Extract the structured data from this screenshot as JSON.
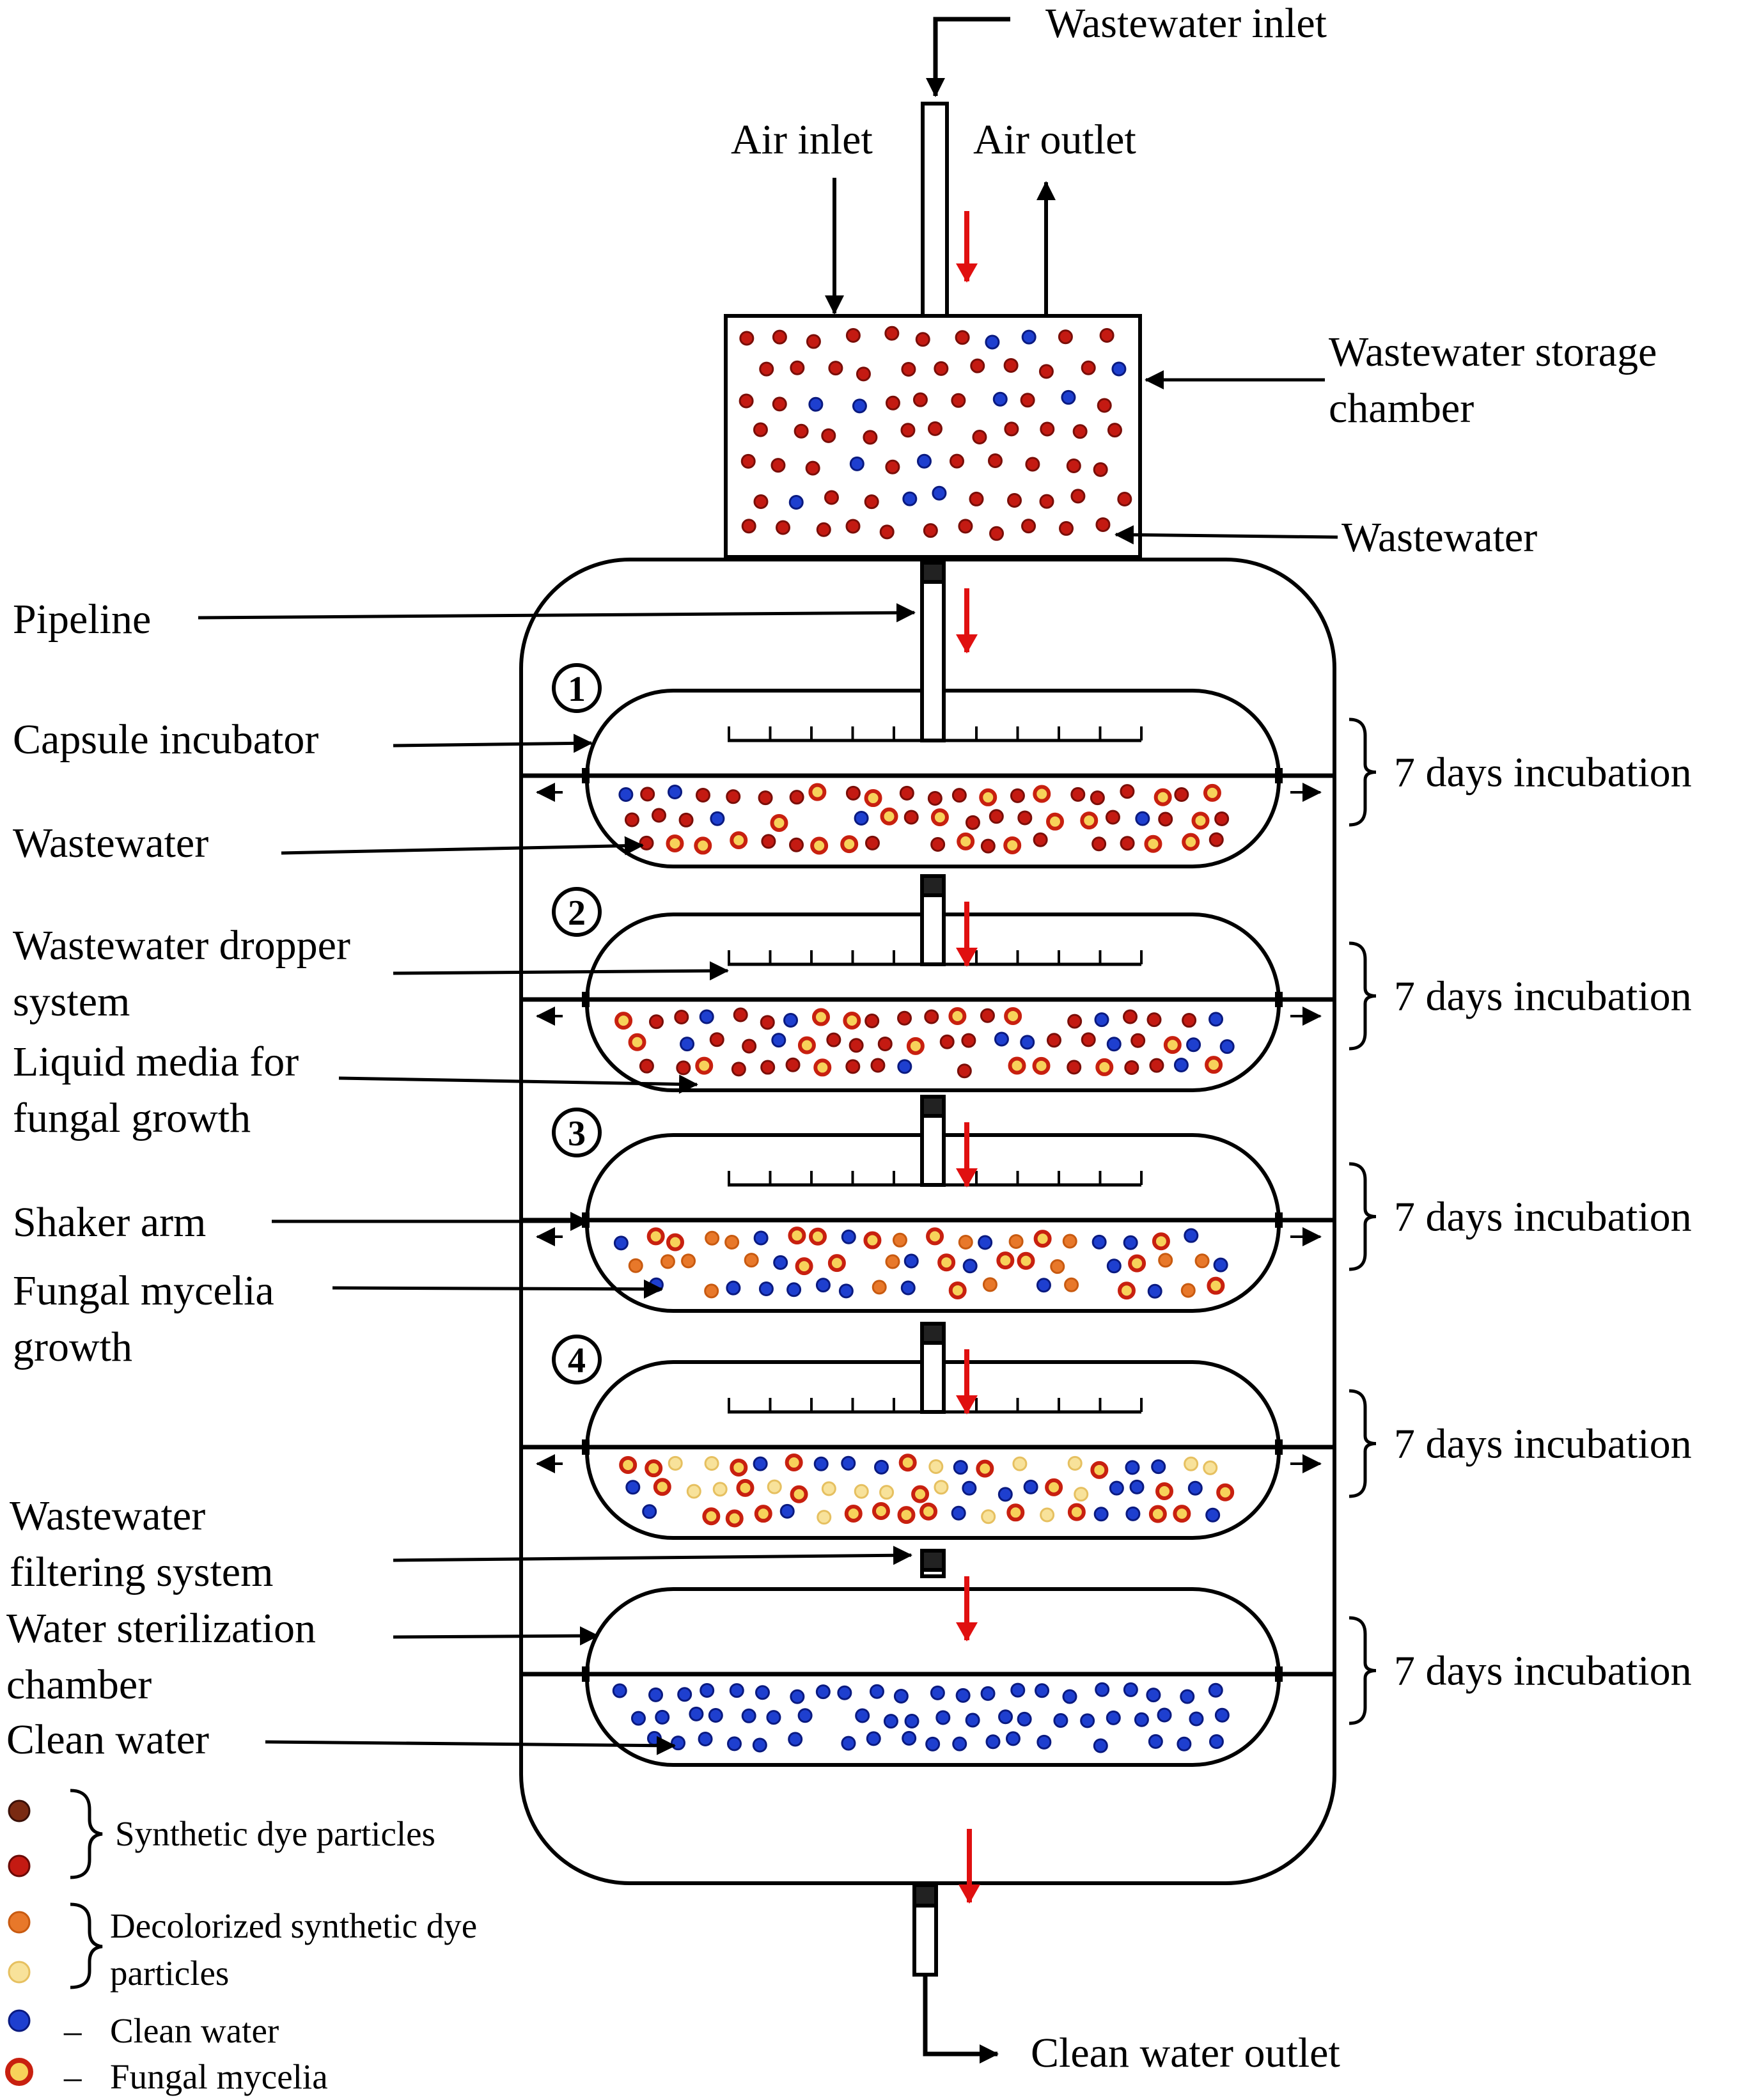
{
  "labels": {
    "wastewater_inlet": "Wastewater inlet",
    "air_inlet": "Air inlet",
    "air_outlet": "Air outlet",
    "storage_chamber_line1": "Wastewater storage",
    "storage_chamber_line2": "chamber",
    "wastewater_top": "Wastewater",
    "pipeline": "Pipeline",
    "capsule_incubator": "Capsule incubator",
    "wastewater_stage": "Wastewater",
    "dropper_line1": "Wastewater dropper",
    "dropper_line2": "system",
    "liquid_media_line1": "Liquid media for",
    "liquid_media_line2": "fungal growth",
    "shaker_arm": "Shaker arm",
    "mycelia_line1": "Fungal mycelia",
    "mycelia_line2": "growth",
    "filtering_line1": "Wastewater",
    "filtering_line2": "filtering system",
    "sterilization_line1": "Water sterilization",
    "sterilization_line2": "chamber",
    "clean_water": "Clean water",
    "clean_water_outlet": "Clean water outlet"
  },
  "stage_numbers": [
    "①",
    "②",
    "③",
    "④"
  ],
  "incubation_labels": [
    "7 days incubation",
    "7 days incubation",
    "7 days incubation",
    "7 days incubation",
    "7 days incubation"
  ],
  "legend": {
    "synthetic_dye": "Synthetic dye particles",
    "decolorized_line1": "Decolorized synthetic dye",
    "decolorized_line2": "particles",
    "dash": "–",
    "clean_water": "Clean water",
    "fungal_mycelia": "Fungal mycelia"
  },
  "colors": {
    "dye_dark": "#7a2a12",
    "dye_red": "#c41a12",
    "decolorized_orange": "#e8782a",
    "decolorized_pale": "#f8e29a",
    "clean_water_blue": "#1e3fcf",
    "mycelia_ring": "#c8200f",
    "mycelia_core": "#f7d25a",
    "flow_arrow": "#e01010"
  }
}
